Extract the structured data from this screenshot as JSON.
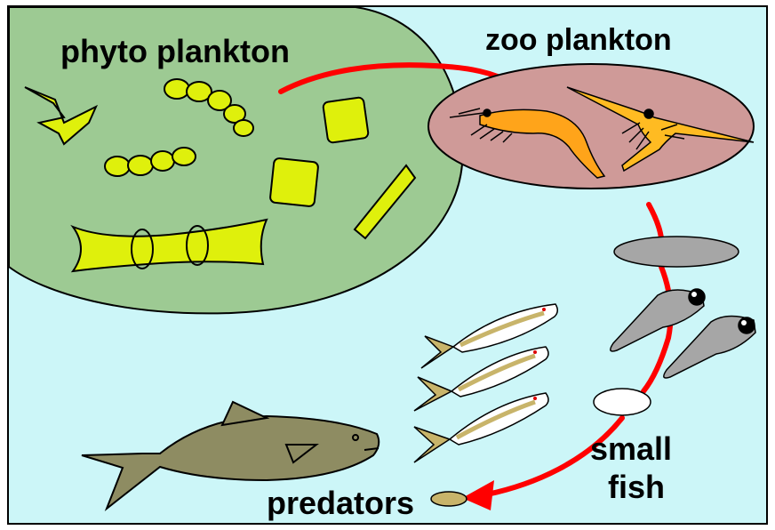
{
  "labels": {
    "phytoplankton": "phyto plankton",
    "zooplankton": "zoo plankton",
    "small_fish_line1": "small",
    "small_fish_line2": "fish",
    "predators": "predators"
  },
  "colors": {
    "water": "#ccf6f8",
    "phyto_bubble": "#9dca93",
    "zoo_bubble": "#cf9a98",
    "phyto_cells": "#dff00c",
    "arrow": "#ff0000",
    "larvae": "#a6a6a6",
    "predator_fish": "#8e8c62"
  }
}
